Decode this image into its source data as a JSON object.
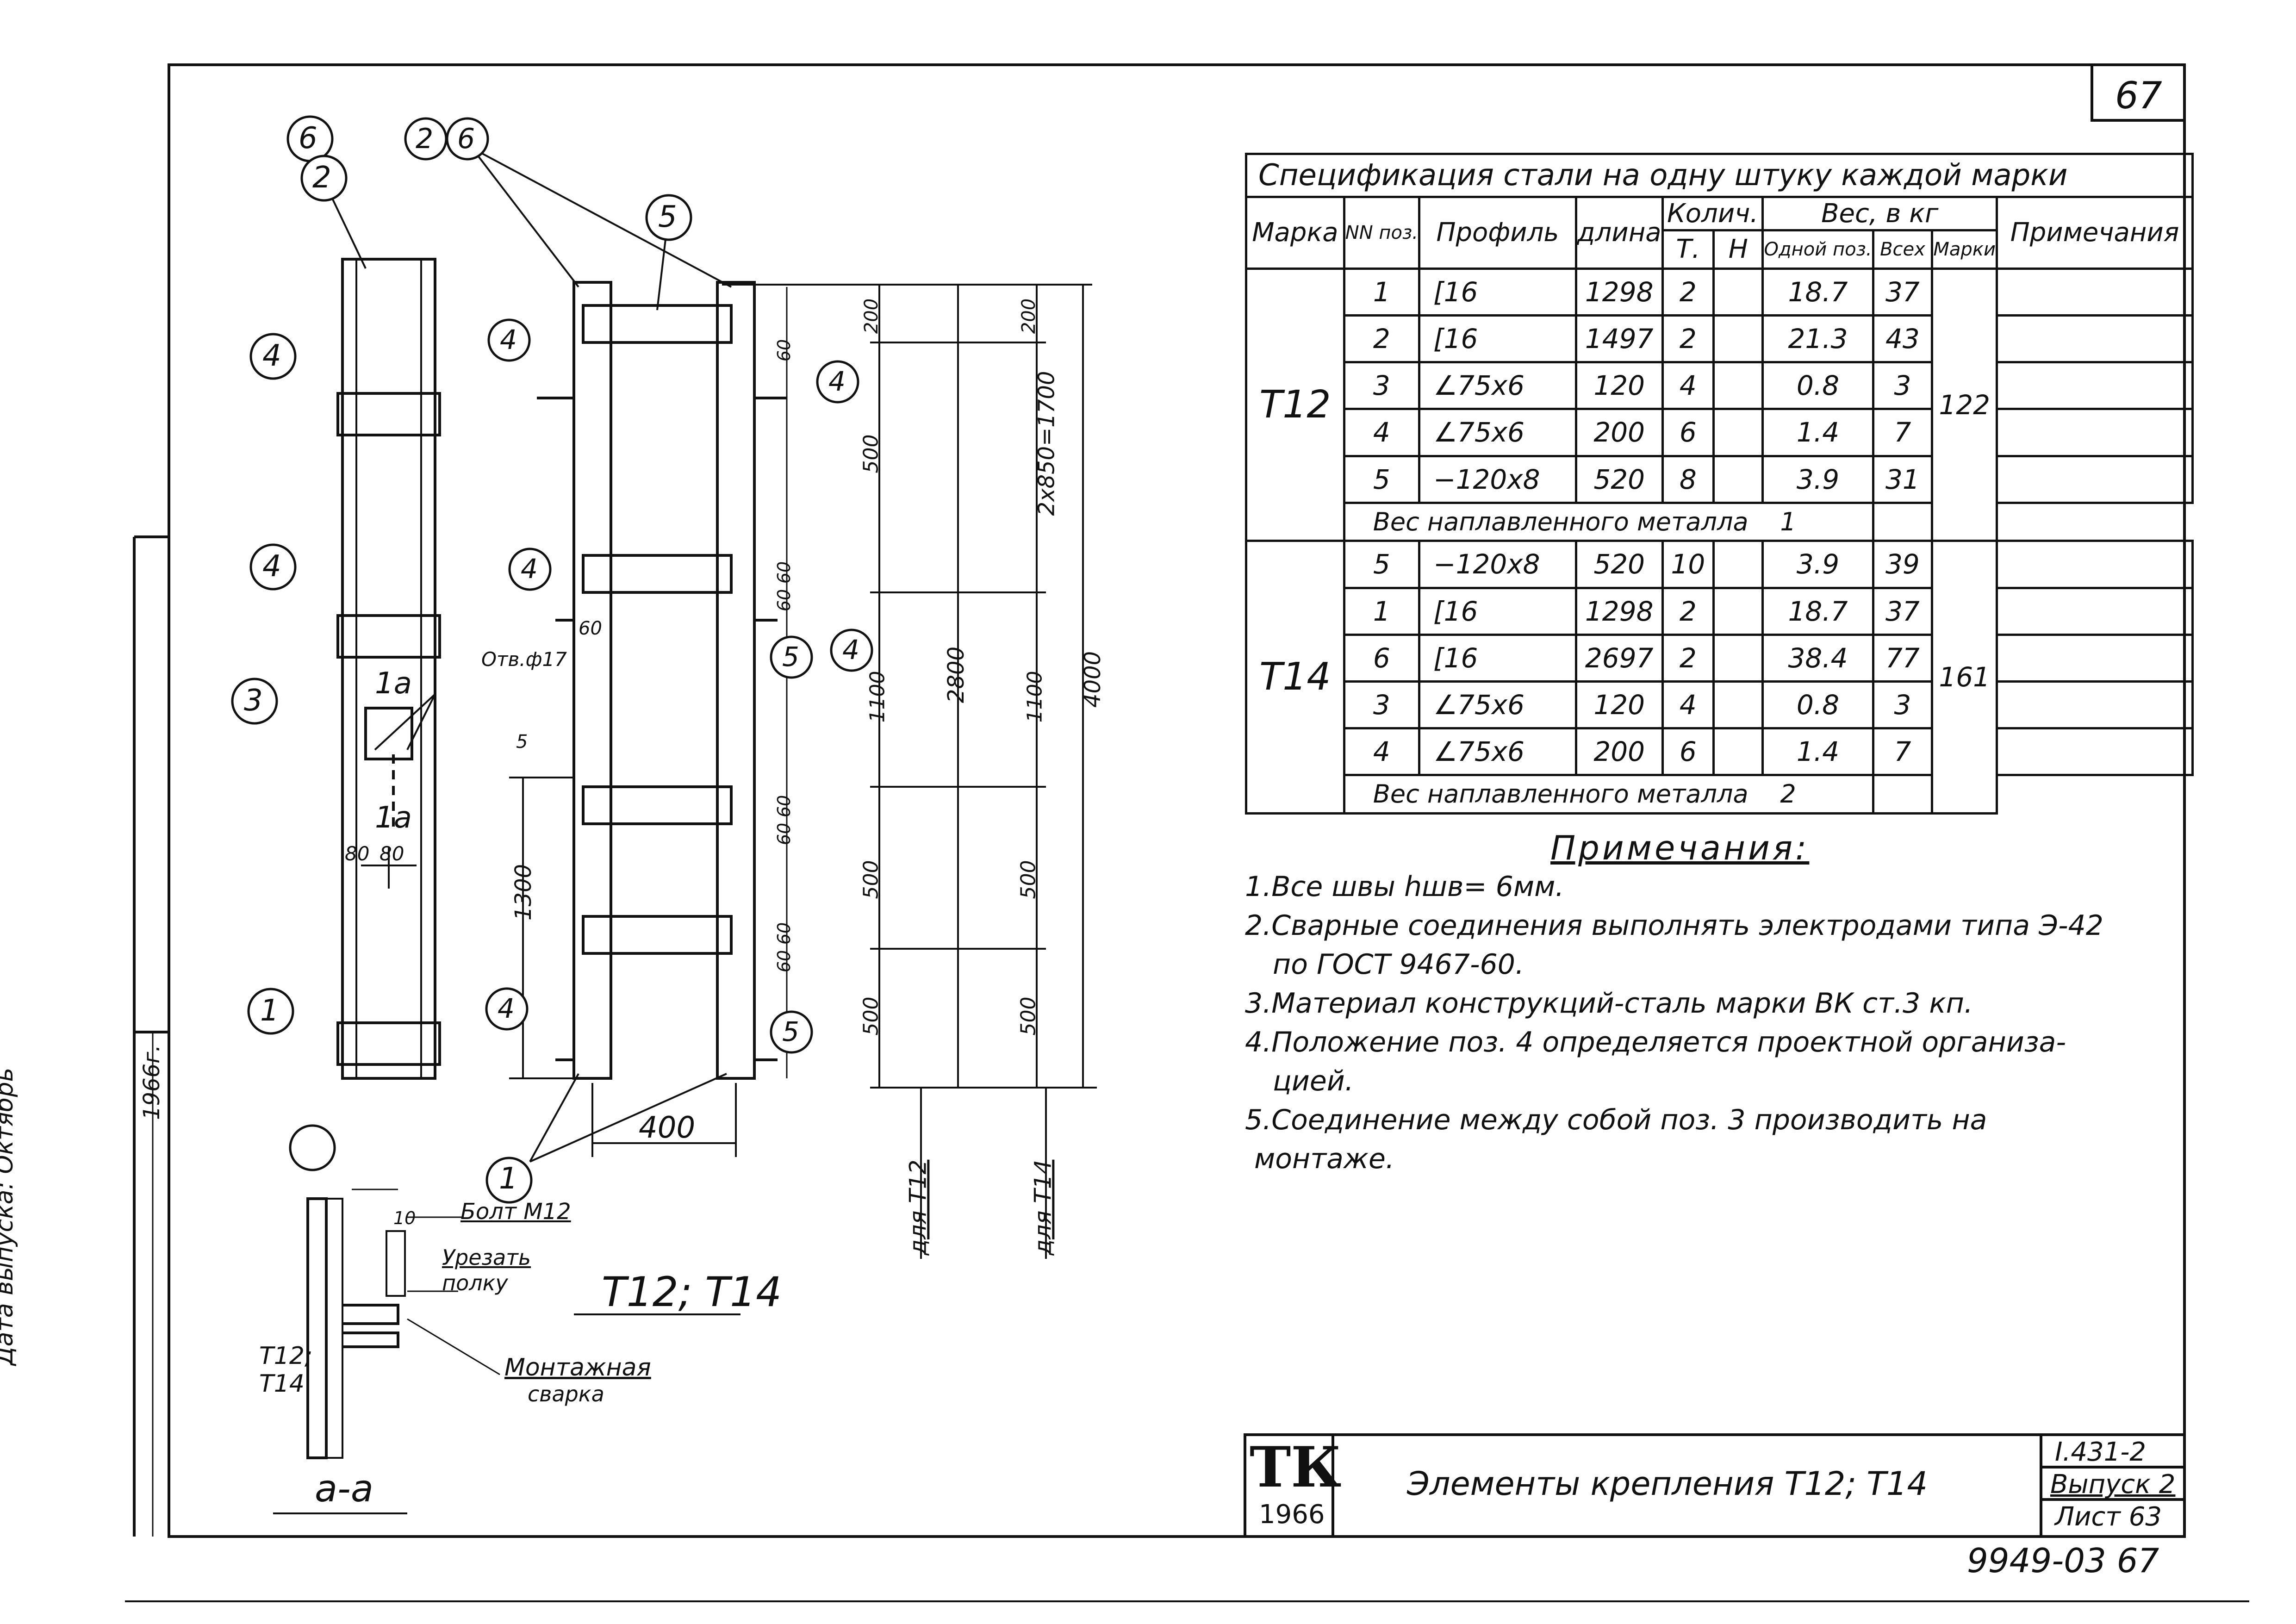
{
  "sheet_mark": "67",
  "spec": {
    "title": "Спецификация стали на одну штуку каждой марки",
    "headers": {
      "mark": "Марка",
      "pos": "NN поз.",
      "profile": "Профиль",
      "length": "длина",
      "qty": "Колич.",
      "qty_t": "Т.",
      "qty_n": "Н",
      "weight": "Вес, в кг",
      "w_one": "Одной поз.",
      "w_all": "Всех",
      "w_mark": "Марки",
      "note": "Примечания"
    },
    "groups": [
      {
        "mark": "Т12",
        "total": "122",
        "rows": [
          {
            "pos": "1",
            "profile": "[16",
            "length": "1298",
            "t": "2",
            "one": "18.7",
            "all": "37"
          },
          {
            "pos": "2",
            "profile": "[16",
            "length": "1497",
            "t": "2",
            "one": "21.3",
            "all": "43"
          },
          {
            "pos": "3",
            "profile": "∠75x6",
            "length": "120",
            "t": "4",
            "one": "0.8",
            "all": "3"
          },
          {
            "pos": "4",
            "profile": "∠75x6",
            "length": "200",
            "t": "6",
            "one": "1.4",
            "all": "7"
          },
          {
            "pos": "5",
            "profile": "−120x8",
            "length": "520",
            "t": "8",
            "one": "3.9",
            "all": "31"
          }
        ],
        "weld_text": "Вес наплавленного металла",
        "weld_value": "1"
      },
      {
        "mark": "Т14",
        "total": "161",
        "rows": [
          {
            "pos": "5",
            "profile": "−120x8",
            "length": "520",
            "t": "10",
            "one": "3.9",
            "all": "39"
          },
          {
            "pos": "1",
            "profile": "[16",
            "length": "1298",
            "t": "2",
            "one": "18.7",
            "all": "37"
          },
          {
            "pos": "6",
            "profile": "[16",
            "length": "2697",
            "t": "2",
            "one": "38.4",
            "all": "77"
          },
          {
            "pos": "3",
            "profile": "∠75x6",
            "length": "120",
            "t": "4",
            "one": "0.8",
            "all": "3"
          },
          {
            "pos": "4",
            "profile": "∠75x6",
            "length": "200",
            "t": "6",
            "one": "1.4",
            "all": "7"
          }
        ],
        "weld_text": "Вес наплавленного металла",
        "weld_value": "2"
      }
    ]
  },
  "notes": {
    "title": "Примечания:",
    "lines": [
      "1.Все швы hшв= 6мм.",
      "2.Сварные соединения выполнять электродами типа Э-42",
      "по ГОСТ 9467-60.",
      "3.Материал конструкций-сталь марки ВК ст.3 кп.",
      "4.Положение поз. 4 определяется проектной организа-",
      "цией.",
      "5.Соединение между собой поз. 3 производить на",
      "монтаже."
    ]
  },
  "title_block": {
    "logo": "ТК",
    "year": "1966",
    "title": "Элементы крепления Т12; Т14",
    "series": "I.431-2",
    "issue": "Выпуск 2",
    "sheet": "Лист 63"
  },
  "bottom_code": "9949-03  67",
  "side_stamp": {
    "date_label": "Дата выпуска: Октябрь",
    "year": "1966г."
  },
  "drawing": {
    "marks_caption": "Т12; Т14",
    "section_caption": "а-а",
    "callouts": [
      "6",
      "2",
      "2",
      "6",
      "5",
      "4",
      "4",
      "4",
      "4",
      "4",
      "3",
      "1",
      "1",
      "5",
      "5",
      "4",
      "4"
    ],
    "section_labels": [
      "1а",
      "1а"
    ],
    "hole_label": "Отв.ф17",
    "detail_labels": {
      "bolt": "Болт М12",
      "cut1": "Урезать",
      "cut2": "полку",
      "weld1": "Монтажная",
      "weld2": "сварка",
      "mark1": "Т12;",
      "mark2": "Т14"
    },
    "dims_left": [
      "80",
      "80",
      "60",
      "5",
      "1300",
      "400"
    ],
    "dims_vertical": [
      "200",
      "60",
      "60",
      "500",
      "60",
      "60",
      "1100",
      "60",
      "60",
      "500",
      "60",
      "60",
      "500"
    ],
    "dims_t12": [
      "200",
      "2x850=1700",
      "2800",
      "1100",
      "500",
      "500",
      "200"
    ],
    "dims_t14": [
      "4000"
    ],
    "for_t12": "для Т12",
    "for_t14": "для Т14",
    "detail_dim": "10"
  }
}
